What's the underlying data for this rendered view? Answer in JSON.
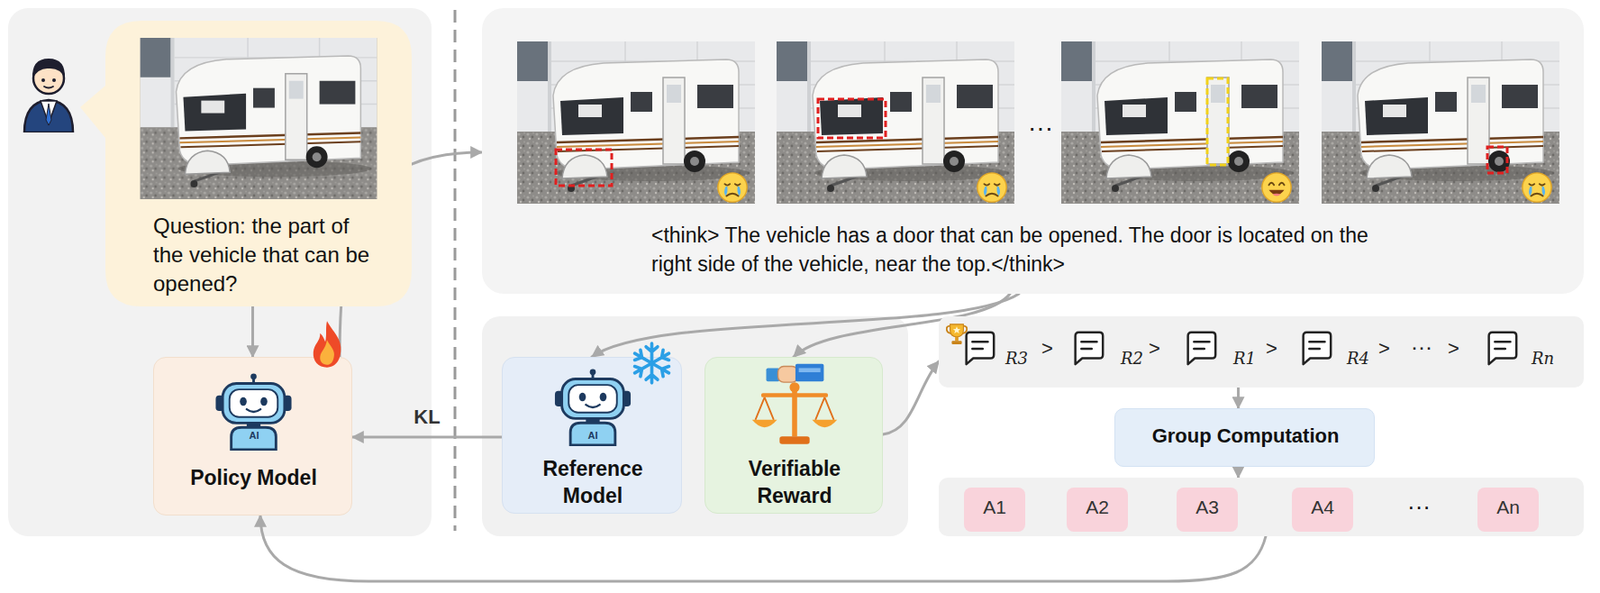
{
  "diagram": {
    "nodes": [
      {
        "text": [
          "Question: the part of the vehicle that can be opened?"
        ]
      },
      {
        "text": [
          "Policy Model"
        ]
      },
      {
        "text": [
          "···",
          "<think> The vehicle has a door that can be opened. The door is located on the right side of the vehicle, near the top.</think>"
        ]
      },
      {
        "text": [
          "Reference Model"
        ]
      },
      {
        "text": [
          "Verifiable Reward"
        ]
      },
      {
        "text": [
          "R3",
          ">",
          "R2",
          ">",
          "R1",
          ">",
          "R4",
          ">",
          "···",
          ">",
          "Rn"
        ]
      },
      {
        "text": [
          "Group Computation"
        ]
      },
      {
        "text": [
          "···"
        ]
      },
      {
        "text": [
          "A1"
        ],
        "in": 7
      },
      {
        "text": [
          "A2"
        ],
        "in": 7
      },
      {
        "text": [
          "A3"
        ],
        "in": 7
      },
      {
        "text": [
          "A4"
        ],
        "in": 7
      },
      {
        "text": [
          "An"
        ],
        "in": 7
      }
    ],
    "edges": [
      {
        "from": 0,
        "to": 1,
        "arrow": "to"
      },
      {
        "from": 1,
        "to": 2,
        "arrow": "to"
      },
      {
        "from": 2,
        "to": 3,
        "arrow": "to"
      },
      {
        "from": 2,
        "to": 4,
        "arrow": "to"
      },
      {
        "from": 3,
        "to": 1,
        "label": "KL",
        "arrow": "to"
      },
      {
        "from": 4,
        "to": 5,
        "arrow": "to"
      },
      {
        "from": 5,
        "to": 6,
        "arrow": "to"
      },
      {
        "from": 6,
        "to": 7,
        "arrow": "to"
      },
      {
        "from": 7,
        "to": 1,
        "arrow": "to"
      }
    ],
    "labels": [
      "AI",
      "AI"
    ]
  }
}
